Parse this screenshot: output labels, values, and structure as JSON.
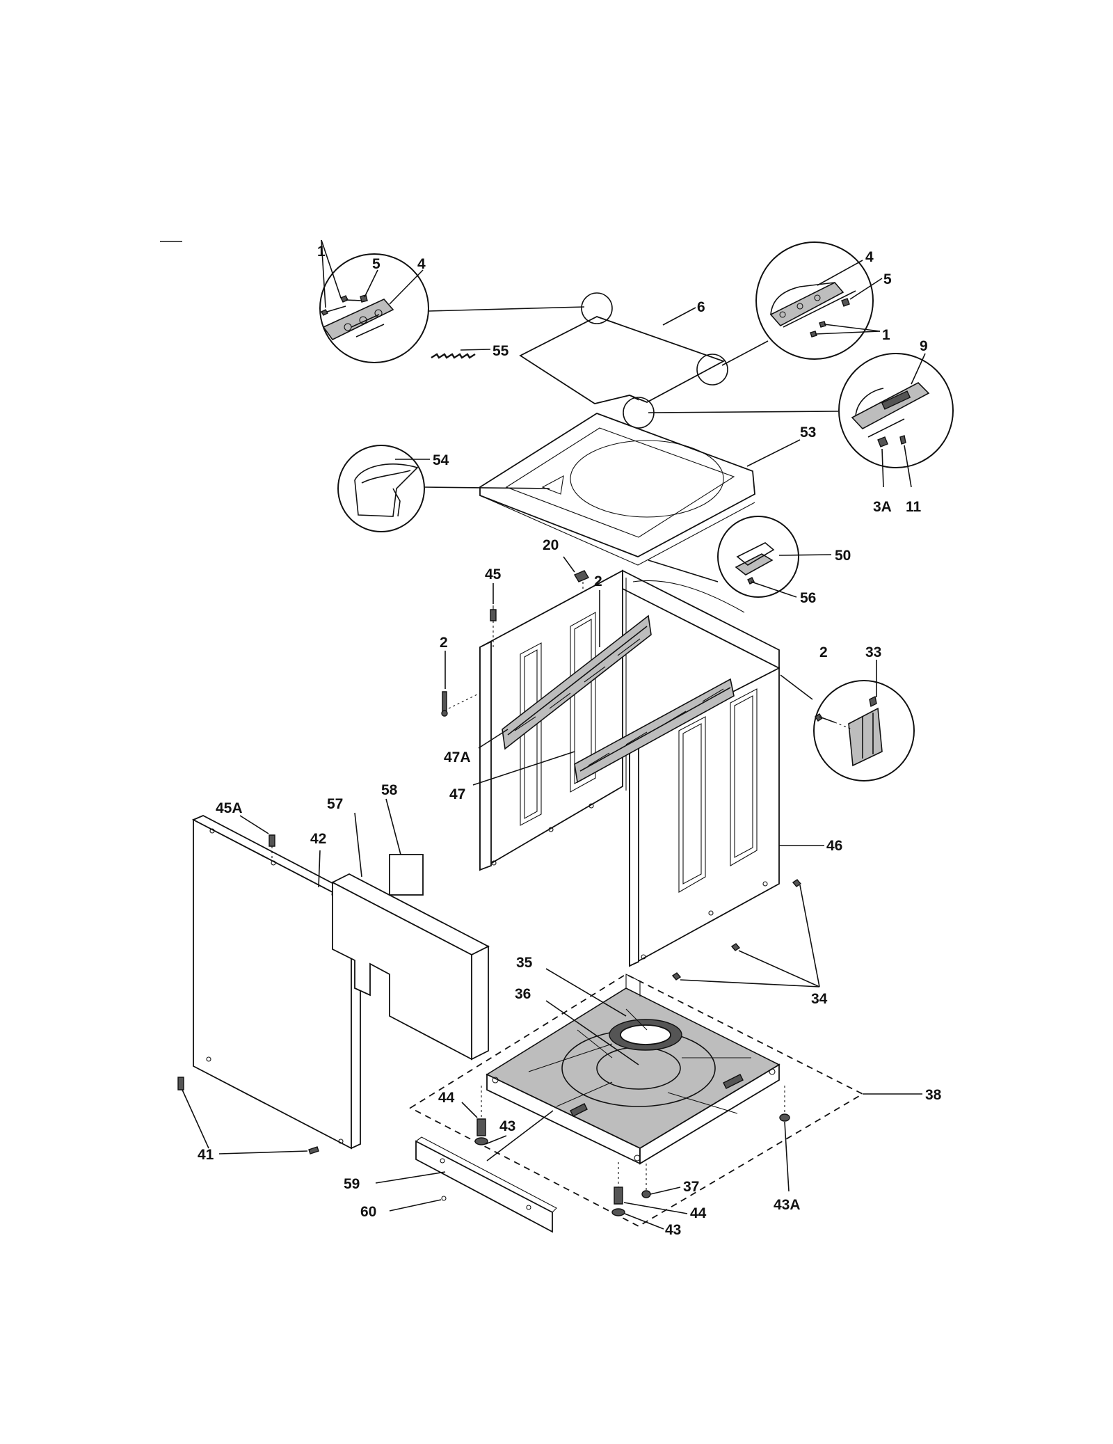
{
  "diagram": {
    "callouts": [
      "1",
      "5",
      "4",
      "55",
      "6",
      "4",
      "5",
      "1",
      "9",
      "53",
      "54",
      "3A",
      "11",
      "20",
      "50",
      "56",
      "45",
      "2",
      "2",
      "33",
      "2",
      "47A",
      "47",
      "58",
      "57",
      "45A",
      "42",
      "46",
      "35",
      "36",
      "34",
      "38",
      "44",
      "43",
      "41",
      "59",
      "60",
      "37",
      "44",
      "43",
      "43A"
    ]
  }
}
